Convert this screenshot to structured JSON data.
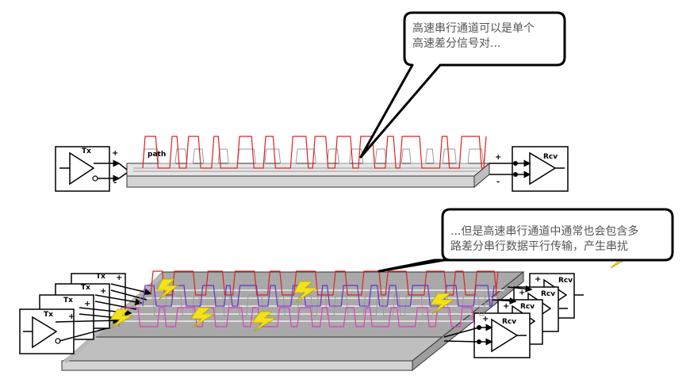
{
  "callouts": {
    "top": {
      "line1": "高速串行通道可以是单个",
      "line2": "高速差分信号对..."
    },
    "bottom": {
      "line1": "...但是高速串行通道中通常也会包含多",
      "line2": "路差分串行数据平行传输，产生串扰"
    }
  },
  "labels": {
    "tx": "Tx",
    "rcv": "Rcv",
    "path": "path",
    "plus": "+",
    "minus": "-"
  },
  "colors": {
    "signal_red": "#e02020",
    "signal_purple": "#6a2fd0",
    "signal_pink": "#e040c0",
    "signal_gray": "#9a9a9a",
    "lightning": "#f2e21b",
    "board_top": "#a9a9a9",
    "board_side": "#d4d4d4"
  }
}
